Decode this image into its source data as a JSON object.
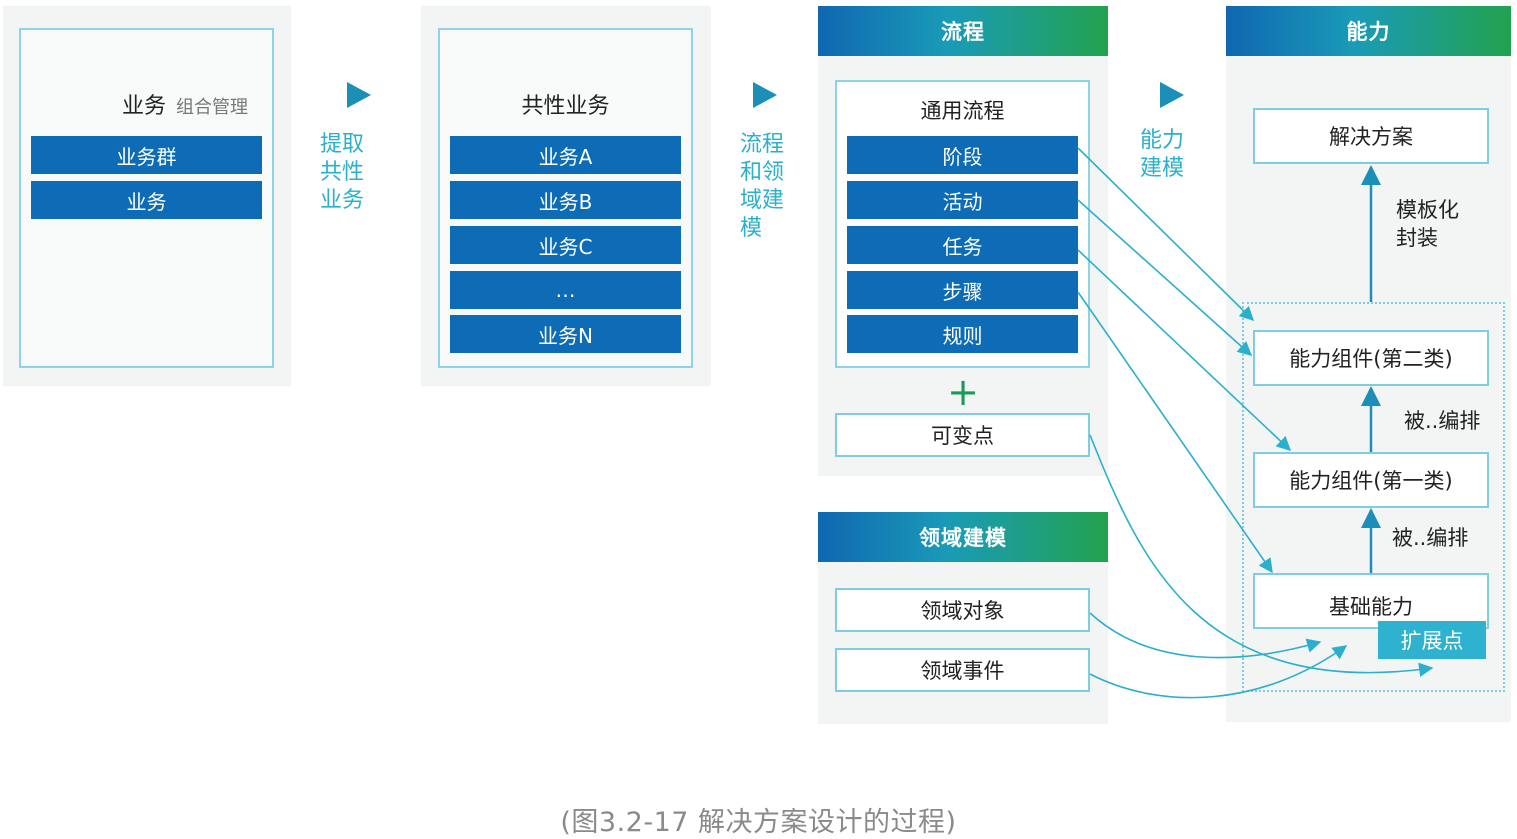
{
  "col1": {
    "title": "业务",
    "subtitle": "组合管理",
    "bars": [
      "业务群",
      "业务"
    ]
  },
  "arrow1": {
    "label": [
      "提取",
      "共性",
      "业务"
    ]
  },
  "col2": {
    "title": "共性业务",
    "bars": [
      "业务A",
      "业务B",
      "业务C",
      "…",
      "业务N"
    ]
  },
  "arrow2": {
    "label": [
      "流程",
      "和领",
      "域建",
      "模"
    ]
  },
  "process": {
    "header": "流程",
    "inner_title": "通用流程",
    "bars": [
      "阶段",
      "活动",
      "任务",
      "步骤",
      "规则"
    ],
    "plus": "+",
    "variable_point": "可变点"
  },
  "domain": {
    "header": "领域建模",
    "items": [
      "领域对象",
      "领域事件"
    ]
  },
  "arrow3": {
    "label": [
      "能力",
      "建模"
    ]
  },
  "capability": {
    "header": "能力",
    "solution": "解决方案",
    "template_label": [
      "模板化",
      "封装"
    ],
    "component2": "能力组件(第二类)",
    "orchestrate_label": "被..编排",
    "component1": "能力组件(第一类)",
    "base": "基础能力",
    "extension": "扩展点"
  },
  "caption": "(图3.2-17 解决方案设计的过程)",
  "colors": {
    "bar_blue": "#0d6cb5",
    "accent_teal": "#2ab0cc",
    "header_gradient_start": "#0f67b1",
    "header_gradient_end": "#22a24e"
  }
}
